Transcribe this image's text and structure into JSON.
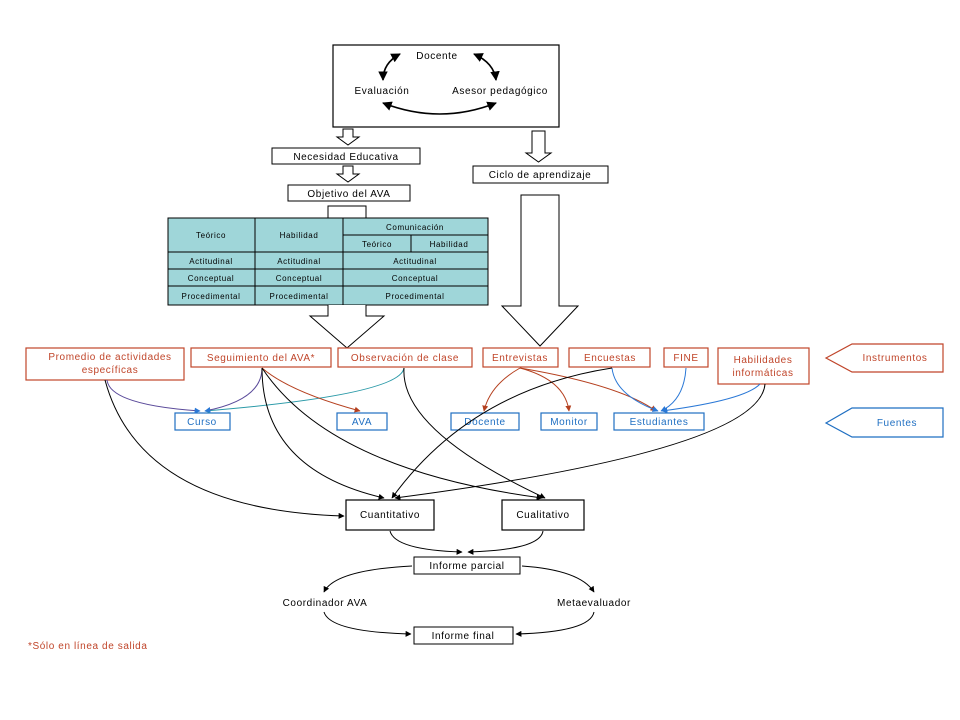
{
  "top_box": {
    "docente": "Docente",
    "evaluacion": "Evaluación",
    "asesor": "Asesor pedagógico"
  },
  "necesidad": "Necesidad Educativa",
  "objetivo": "Objetivo del AVA",
  "ciclo": "Ciclo de aprendizaje",
  "table": {
    "teorico": "Teórico",
    "habilidad": "Habilidad",
    "comunicacion": "Comunicación",
    "com_teorico": "Teórico",
    "com_habilidad": "Habilidad",
    "rows": [
      [
        "Actitudinal",
        "Actitudinal",
        "Actitudinal"
      ],
      [
        "Conceptual",
        "Conceptual",
        "Conceptual"
      ],
      [
        "Procedimental",
        "Procedimental",
        "Procedimental"
      ]
    ]
  },
  "instrumentos": {
    "promedio_1": "Promedio de actividades",
    "promedio_2": "específicas",
    "seguimiento": "Seguimiento del AVA*",
    "observacion": "Observación de clase",
    "entrevistas": "Entrevistas",
    "encuestas": "Encuestas",
    "fine": "FINE",
    "habilidades_1": "Habilidades",
    "habilidades_2": "informáticas"
  },
  "fuentes": {
    "curso": "Curso",
    "ava": "AVA",
    "docente": "Docente",
    "monitor": "Monitor",
    "estudiantes": "Estudiantes"
  },
  "legend": {
    "instrumentos": "Instrumentos",
    "fuentes": "Fuentes"
  },
  "cuantitativo": "Cuantitativo",
  "cualitativo": "Cualitativo",
  "informe_parcial": "Informe parcial",
  "coordinador": "Coordinador AVA",
  "metaevaluador": "Metaevaluador",
  "informe_final": "Informe final",
  "footnote": "*Sólo en línea de salida",
  "colors": {
    "instrument_border": "#c0452a",
    "source_border": "#1f6fc2",
    "table_fill": "#9fd6d9",
    "red_arrow": "#b5401f",
    "blue_arrow": "#2a78d6",
    "teal_arrow": "#2b9aa8",
    "purple_arrow": "#5a4a9a"
  }
}
